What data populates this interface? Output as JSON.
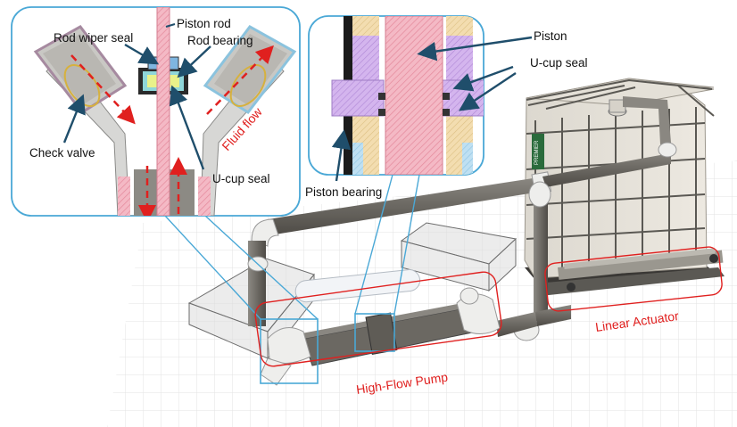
{
  "labels": {
    "piston_rod": "Piston rod",
    "rod_wiper_seal": "Rod wiper seal",
    "rod_bearing": "Rod bearing",
    "check_valve": "Check valve",
    "fluid_flow": "Fluid flow",
    "u_cup_seal_left": "U-cup seal",
    "piston": "Piston",
    "u_cup_seal_right": "U-cup seal",
    "piston_bearing": "Piston bearing",
    "high_flow_pump": "High-Flow Pump",
    "linear_actuator": "Linear Actuator"
  },
  "tank": {
    "logo_text": "PREMIER"
  },
  "colors": {
    "callout_border": "#4aa8d6",
    "annotation_red": "#e0201f",
    "leader_line": "#1f4e6b",
    "pipe_gray": "#6f6c66",
    "pipe_white": "#eeeeec",
    "rod_pink": "#f2b2bf",
    "hatch_purple": "#c9a3e8",
    "hatch_tan": "#f0d9a8"
  }
}
